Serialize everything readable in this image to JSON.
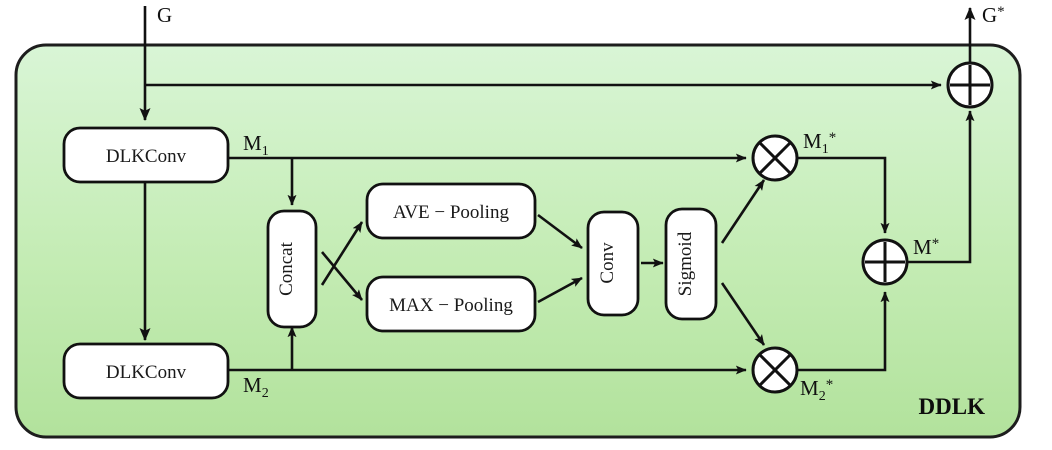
{
  "diagram": {
    "title": "DDLK",
    "module_label": "DDLK",
    "background": {
      "gradient_top": "#d9f5d6",
      "gradient_bottom": "#b2e29c",
      "border_color": "#1d1d1d"
    },
    "node_fill": "#ffffff",
    "line_color": "#111111",
    "inputs": [
      {
        "name": "input-signal",
        "label": "G"
      }
    ],
    "outputs": [
      {
        "name": "output-signal",
        "label": "G*"
      }
    ],
    "blocks": [
      {
        "id": "dlkconv-top",
        "label": "DLKConv",
        "orientation": "horizontal"
      },
      {
        "id": "dlkconv-bottom",
        "label": "DLKConv",
        "orientation": "horizontal"
      },
      {
        "id": "concat",
        "label": "Concat",
        "orientation": "vertical"
      },
      {
        "id": "ave-pooling",
        "label": "AVE − Pooling",
        "orientation": "horizontal"
      },
      {
        "id": "max-pooling",
        "label": "MAX − Pooling",
        "orientation": "horizontal"
      },
      {
        "id": "conv",
        "label": "Conv",
        "orientation": "vertical"
      },
      {
        "id": "sigmoid",
        "label": "Sigmoid",
        "orientation": "vertical"
      }
    ],
    "operators": [
      {
        "id": "multiply-top",
        "symbol": "⊗",
        "label": "M₁*"
      },
      {
        "id": "multiply-bottom",
        "symbol": "⊗",
        "label": "M₂*"
      },
      {
        "id": "add-mask",
        "symbol": "⊕",
        "label": "M*"
      },
      {
        "id": "add-output",
        "symbol": "⊕",
        "label": ""
      }
    ],
    "edge_labels": [
      {
        "id": "m1",
        "base": "M",
        "subscript": "1"
      },
      {
        "id": "m2",
        "base": "M",
        "subscript": "2"
      },
      {
        "id": "m1star",
        "base": "M",
        "subscript": "1",
        "superscript": "*"
      },
      {
        "id": "m2star",
        "base": "M",
        "subscript": "2",
        "superscript": "*"
      },
      {
        "id": "mstar",
        "base": "M",
        "subscript": "",
        "superscript": "*"
      },
      {
        "id": "gstar",
        "base": "G",
        "subscript": "",
        "superscript": "*"
      },
      {
        "id": "g",
        "base": "G",
        "subscript": "",
        "superscript": ""
      }
    ]
  }
}
